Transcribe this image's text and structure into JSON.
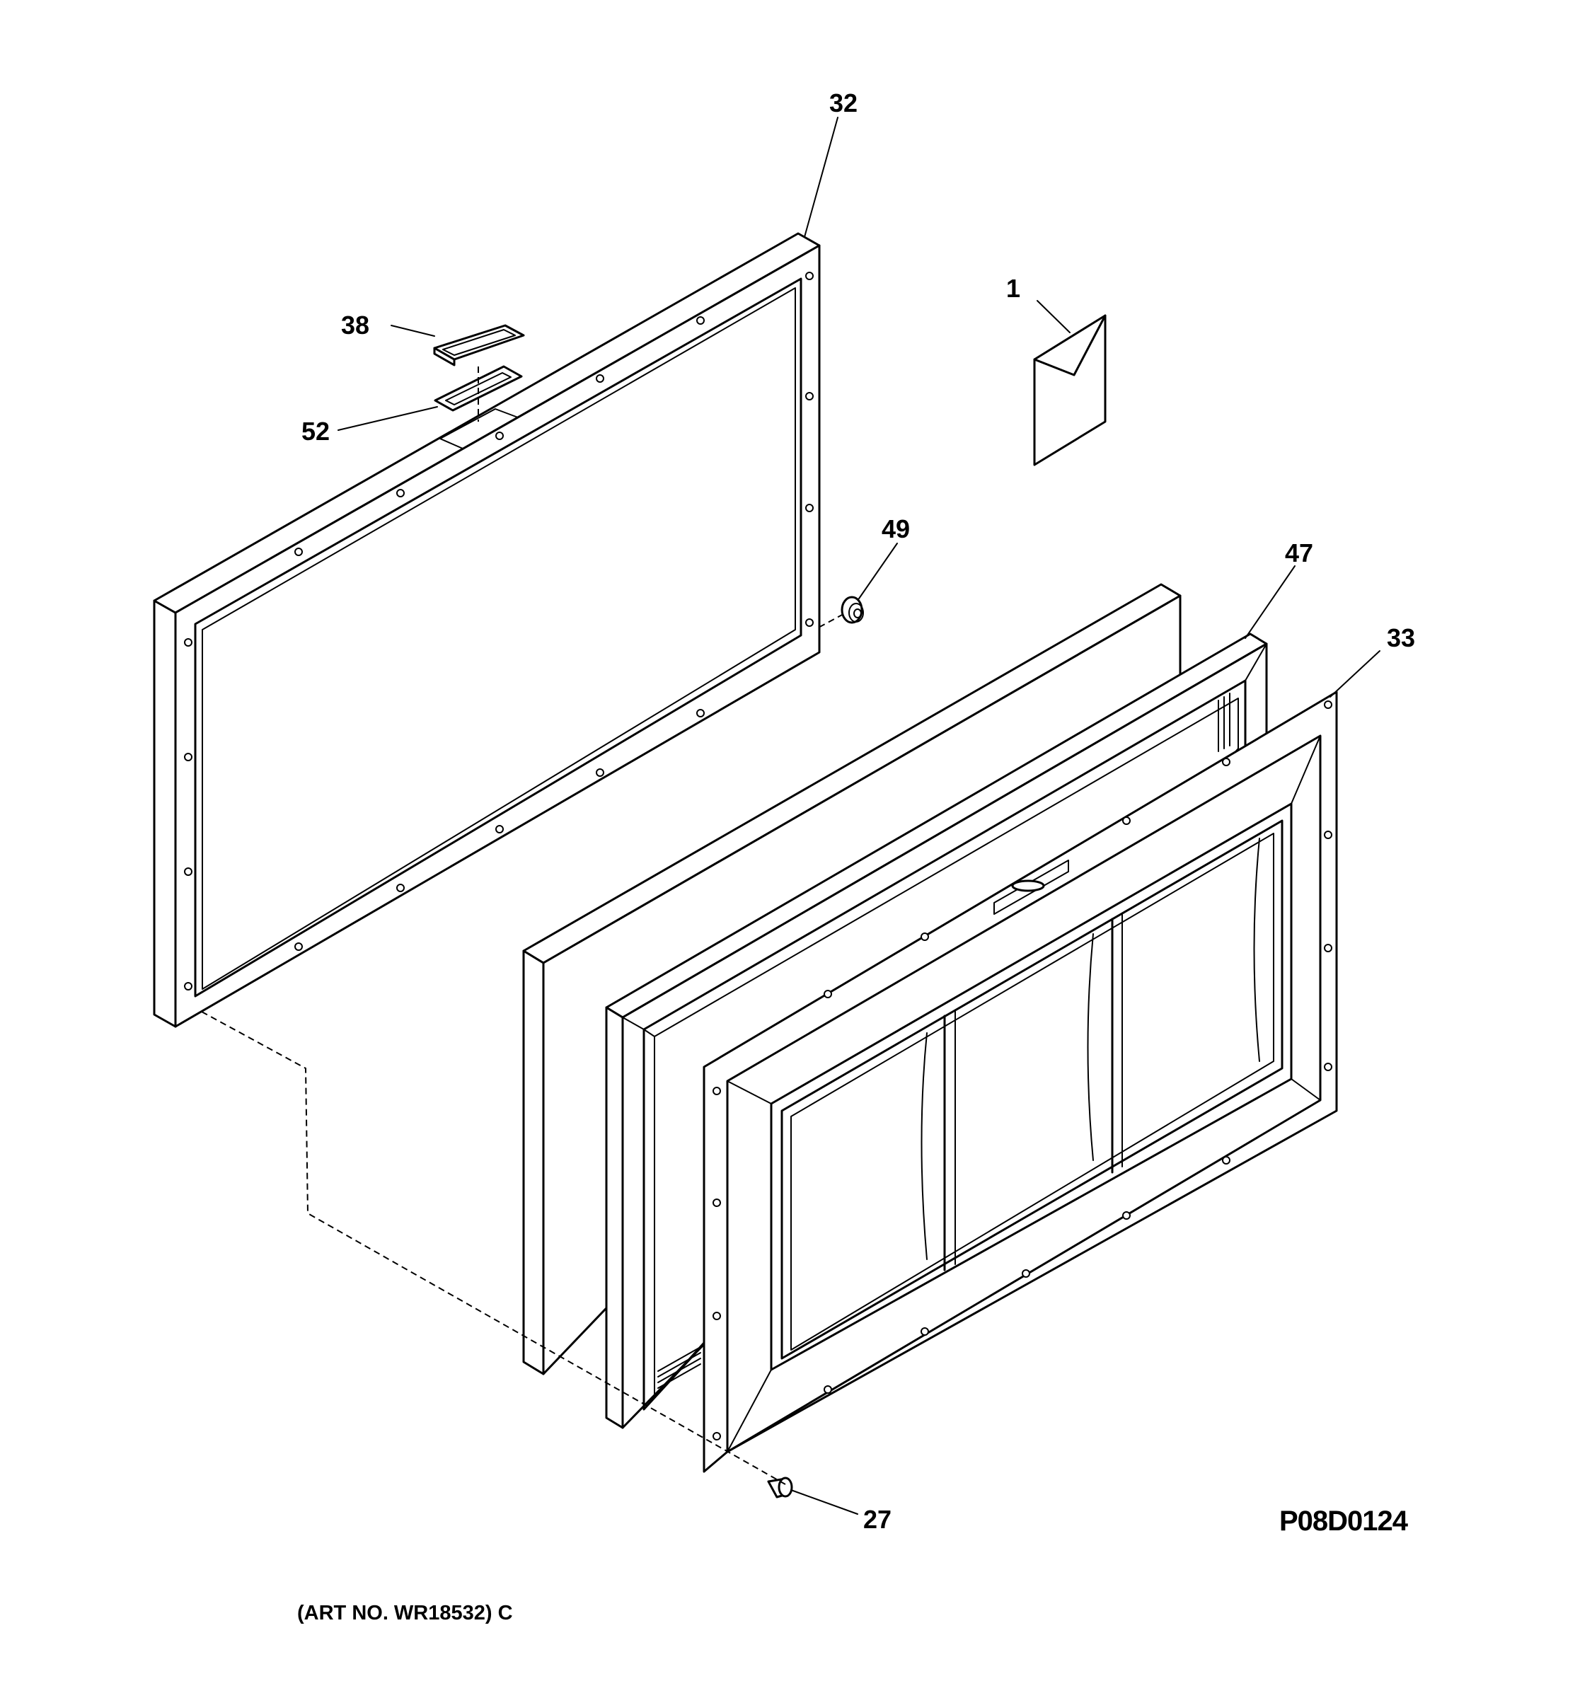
{
  "callouts": {
    "outer_door_panel": "32",
    "handle": "38",
    "handle_gasket": "52",
    "literature_envelope": "1",
    "hinge_plug": "49",
    "door_gasket": "47",
    "inner_door_liner": "33",
    "screw": "27"
  },
  "drawing_number": "P08D0124",
  "art_number": "(ART NO. WR18532) C"
}
